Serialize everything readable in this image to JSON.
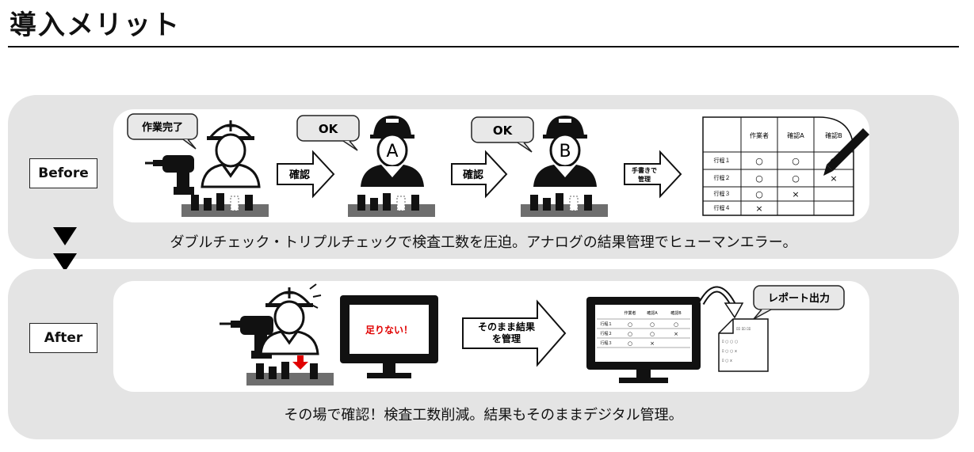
{
  "title": "導入メリット",
  "before": {
    "tag": "Before",
    "bubble_done": "作業完了",
    "bubble_ok_a": "OK",
    "bubble_ok_b": "OK",
    "checker_a": "A",
    "checker_b": "B",
    "arrow1": "確認",
    "arrow2": "確認",
    "arrow3_line1": "手書きで",
    "arrow3_line2": "管理",
    "table": {
      "headers": [
        "作業者",
        "確認A",
        "確認B"
      ],
      "rows": [
        {
          "label": "行程１",
          "cells": [
            "○",
            "○",
            "○"
          ]
        },
        {
          "label": "行程２",
          "cells": [
            "○",
            "○",
            "×"
          ]
        },
        {
          "label": "行程３",
          "cells": [
            "○",
            "×",
            ""
          ]
        },
        {
          "label": "行程４",
          "cells": [
            "×",
            "",
            ""
          ]
        }
      ]
    },
    "caption": "ダブルチェック・トリプルチェックで検査工数を圧迫。アナログの結果管理でヒューマンエラー。"
  },
  "after": {
    "tag": "After",
    "monitor_alert": "足りない！",
    "arrow_line1": "そのまま結果",
    "arrow_line2": "を管理",
    "report_bubble": "レポート出力",
    "screen_table": {
      "headers": [
        "作業者",
        "確認A",
        "確認B"
      ],
      "rows": [
        {
          "label": "行程１",
          "cells": [
            "○",
            "○",
            "○"
          ]
        },
        {
          "label": "行程２",
          "cells": [
            "○",
            "○",
            "×"
          ]
        },
        {
          "label": "行程３",
          "cells": [
            "○",
            "×",
            ""
          ]
        }
      ]
    },
    "caption": "その場で確認！検査工数削減。結果もそのままデジタル管理。"
  },
  "colors": {
    "panel_bg": "#e4e4e4",
    "alert_red": "#e00000",
    "tray_gray": "#6e6e6e",
    "bubble_bg": "#e8e8e8"
  }
}
